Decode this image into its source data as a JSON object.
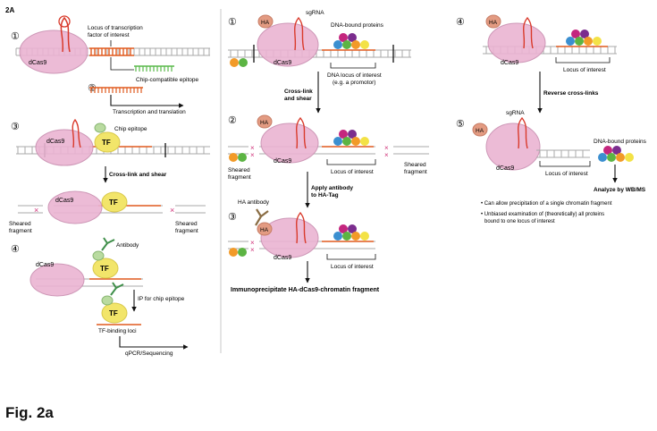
{
  "figure": {
    "panel_label": "2A",
    "caption": "Fig. 2a"
  },
  "left_panel": {
    "step1": {
      "number": "①",
      "dcas9": "dCas9",
      "locus_label_line1": "Locus of transcription",
      "locus_label_line2": "factor of interest"
    },
    "step2": {
      "number": "②",
      "epitope_label": "Chip-compatible epitope",
      "arrow_label": "Transcription and translation"
    },
    "step3": {
      "number": "③",
      "dcas9": "dCas9",
      "tf": "TF",
      "chip_epitope": "Chip epitope",
      "arrow_label": "Cross-link and shear",
      "dcas9_b": "dCas9",
      "tf_b": "TF",
      "sheared_left_line1": "Sheared",
      "sheared_left_line2": "fragment",
      "sheared_right_line1": "Sheared",
      "sheared_right_line2": "fragment"
    },
    "step4": {
      "number": "④",
      "antibody": "Antibody",
      "dcas9": "dCas9",
      "tf": "TF",
      "ip_label": "IP for chip epitope",
      "tf_b": "TF",
      "binding_loci": "TF-binding loci",
      "arrow_label": "qPCR/Sequencing"
    }
  },
  "middle_panel": {
    "step1": {
      "number": "①",
      "ha": "HA",
      "sgrna": "sgRNA",
      "dna_bound": "DNA-bound proteins",
      "dcas9": "dCas9",
      "locus_line1": "DNA locus of interest",
      "locus_line2": "(e.g. a promotor)",
      "arrow_line1": "Cross-link",
      "arrow_line2": "and shear"
    },
    "step2": {
      "number": "②",
      "ha": "HA",
      "dcas9": "dCas9",
      "sheared_left_line1": "Sheared",
      "sheared_left_line2": "fragment",
      "locus": "Locus of interest",
      "sheared_right_line1": "Sheared",
      "sheared_right_line2": "fragment",
      "arrow_line1": "Apply antibody",
      "arrow_line2": "to HA-Tag"
    },
    "step3": {
      "number": "③",
      "ha_antibody": "HA antibody",
      "ha": "HA",
      "dcas9": "dCas9",
      "locus": "Locus of interest",
      "final_label": "Immunoprecipitate HA-dCas9-chromatin fragment"
    }
  },
  "right_panel": {
    "step4": {
      "number": "④",
      "ha": "HA",
      "dcas9": "dCas9",
      "locus": "Locus of interest",
      "arrow_label": "Reverse cross-links"
    },
    "step5": {
      "number": "⑤",
      "ha": "HA",
      "sgrna": "sgRNA",
      "dcas9": "dCas9",
      "locus": "Locus of interest",
      "dna_bound": "DNA-bound proteins",
      "analyze": "Analyze by WB/MS",
      "bullet1": "• Can allow precipitation of a single chromatin fragment",
      "bullet2_line1": "• Unbiased examination of (theoretically) all proteins",
      "bullet2_line2": "  bound to one locus of interest"
    }
  },
  "colors": {
    "dcas9_fill": "#eab4d2",
    "dcas9_stroke": "#c98db0",
    "rna": "#d93a2b",
    "locus_red": "#e05a1e",
    "epitope_green": "#59b94a",
    "tf_yellow": "#f2e56a",
    "tag_green": "#b9dba0",
    "ha_salmon": "#e39b82",
    "protein_magenta": "#c4267e",
    "protein_purple": "#7b2d8e",
    "protein_blue": "#3b8fd0",
    "protein_green": "#5cb443",
    "protein_orange": "#f29a28",
    "protein_yellow": "#f3e246",
    "cross_mark": "#d0337a",
    "dna_gray": "#a9a9a9"
  }
}
